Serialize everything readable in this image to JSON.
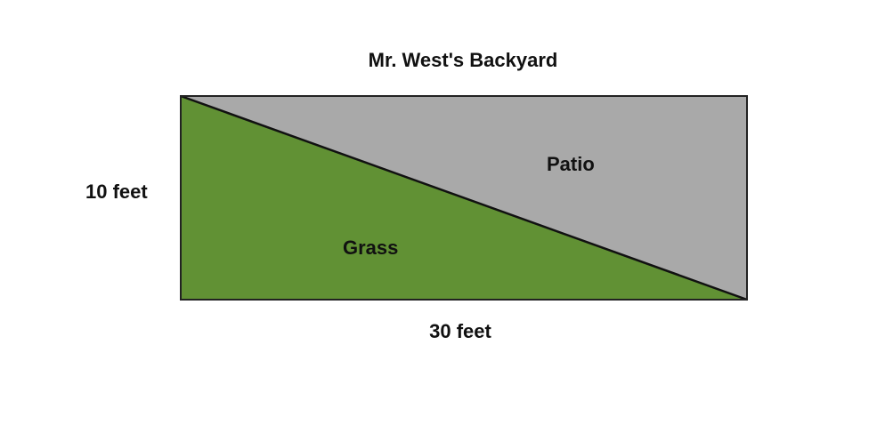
{
  "title": "Mr. West's Backyard",
  "labels": {
    "height": "10 feet",
    "width": "30 feet",
    "patio": "Patio",
    "grass": "Grass"
  },
  "colors": {
    "patio": "#a9a9a9",
    "grass": "#619134",
    "stroke": "#111111"
  }
}
